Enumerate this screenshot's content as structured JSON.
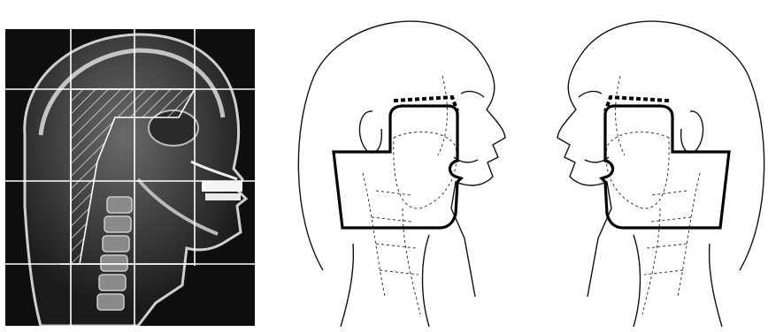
{
  "figure": {
    "panels": [
      {
        "id": "lateral-xray",
        "kind": "radiograph-with-field-lines",
        "view": "lateral",
        "facing": "right"
      },
      {
        "id": "left-head-diagram",
        "kind": "line-drawing-with-radiation-field",
        "view": "lateral",
        "facing": "right"
      },
      {
        "id": "right-head-diagram",
        "kind": "line-drawing-with-radiation-field",
        "view": "lateral",
        "facing": "left"
      }
    ],
    "colors": {
      "xray_background": "#111111",
      "bone": "#d9d9d9",
      "field_lines": "#ffffff",
      "drawing_ink": "#111111",
      "field_outline": "#000000"
    }
  }
}
